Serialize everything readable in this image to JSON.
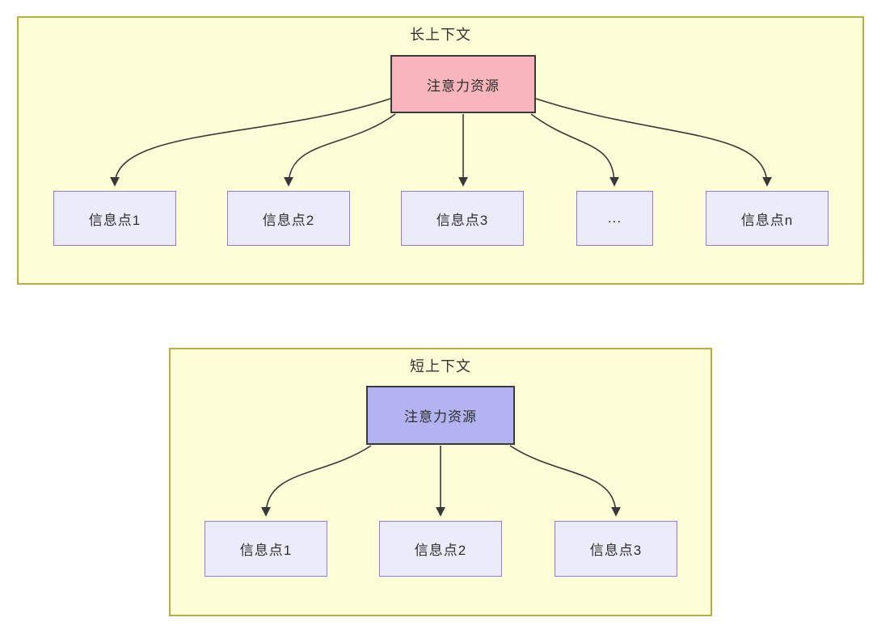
{
  "long_context": {
    "title": "长上下文",
    "attention_label": "注意力资源",
    "info_points": [
      {
        "label": "信息点1"
      },
      {
        "label": "信息点2"
      },
      {
        "label": "信息点3"
      },
      {
        "label": "..."
      },
      {
        "label": "信息点n"
      }
    ]
  },
  "short_context": {
    "title": "短上下文",
    "attention_label": "注意力资源",
    "info_points": [
      {
        "label": "信息点1"
      },
      {
        "label": "信息点2"
      },
      {
        "label": "信息点3"
      }
    ]
  },
  "colors": {
    "container_background": "#FDFDD7",
    "container_border": "#B2B244",
    "long_attention_fill": "#F8B5BC",
    "short_attention_fill": "#B3B3F1",
    "attention_border": "#3A3A3A",
    "info_fill": "#ECEBFB",
    "info_border": "#9878DC",
    "arrow": "#383838",
    "text": "#2E2E2E"
  }
}
